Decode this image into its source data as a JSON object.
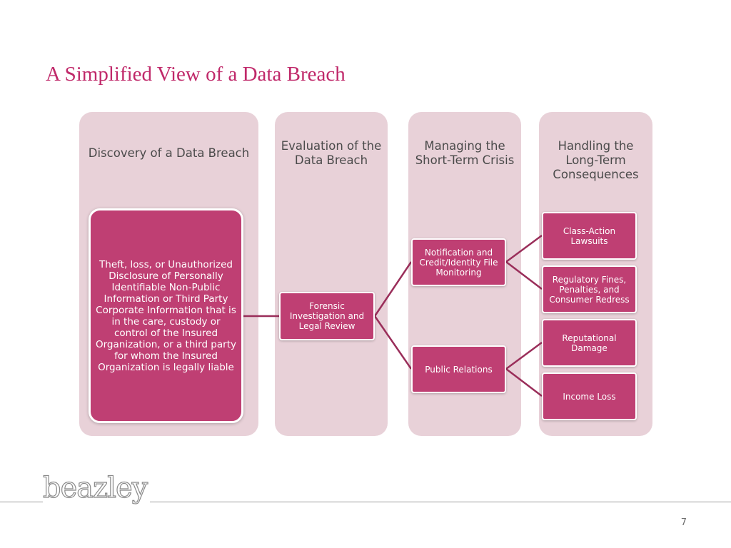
{
  "title": "A Simplified View of a Data Breach",
  "columns": [
    {
      "header": "Discovery of a Data Breach"
    },
    {
      "header": "Evaluation of the Data Breach"
    },
    {
      "header": "Managing the Short-Term Crisis"
    },
    {
      "header": "Handling the Long-Term Consequences"
    }
  ],
  "nodes": {
    "discovery": "Theft, loss, or Unauthorized Disclosure of Personally Identifiable Non-Public Information or Third Party Corporate Information that is in the care, custody or control of the Insured Organization, or a third party for whom the Insured Organization is legally liable",
    "forensic": "Forensic Investigation and Legal Review",
    "notification": "Notification and Credit/Identity File Monitoring",
    "public_relations": "Public Relations",
    "class_action": "Class-Action Lawsuits",
    "regulatory": "Regulatory Fines, Penalties, and Consumer Redress",
    "reputational": "Reputational Damage",
    "income_loss": "Income Loss"
  },
  "edges": [
    {
      "from": "discovery",
      "to": "forensic"
    },
    {
      "from": "forensic",
      "to": "notification"
    },
    {
      "from": "forensic",
      "to": "public_relations"
    },
    {
      "from": "notification",
      "to": "class_action"
    },
    {
      "from": "notification",
      "to": "regulatory"
    },
    {
      "from": "public_relations",
      "to": "reputational"
    },
    {
      "from": "public_relations",
      "to": "income_loss"
    }
  ],
  "colors": {
    "accent": "#c0296a",
    "node_fill": "#bf3f73",
    "column_fill": "#e8d1d8",
    "connector": "#9a2e5a"
  },
  "footer": {
    "logo": "beazley",
    "page_number": "7"
  }
}
